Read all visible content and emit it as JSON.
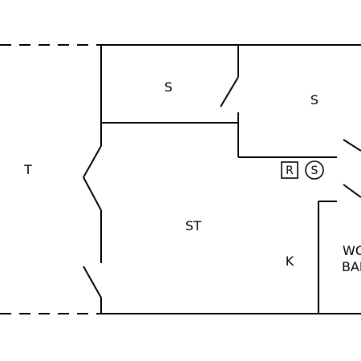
{
  "rooms": {
    "terrace": "T",
    "bedroom_1": "S",
    "bedroom_2": "S",
    "living": "ST",
    "kitchen": "K",
    "wc_bath_line1": "WC",
    "wc_bath_line2": "BAD"
  },
  "symbols": {
    "box_symbol": "R",
    "circle_symbol": "S"
  },
  "colors": {
    "line": "#000000",
    "background": "#ffffff"
  }
}
